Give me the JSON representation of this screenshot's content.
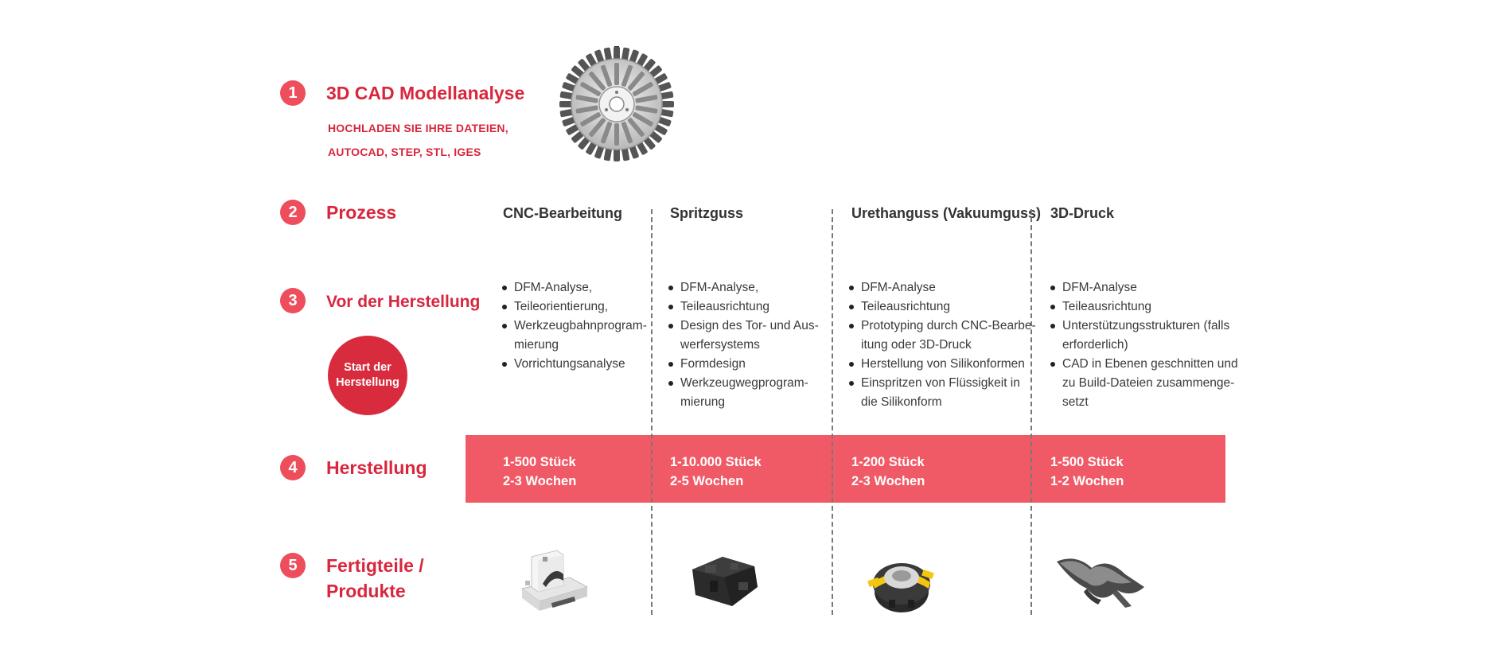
{
  "steps": [
    {
      "number": "1",
      "title": "3D CAD Modellanalyse"
    },
    {
      "number": "2",
      "title": "Prozess"
    },
    {
      "number": "3",
      "title": "Vor der Herstellung"
    },
    {
      "number": "4",
      "title": "Herstellung"
    },
    {
      "number": "5",
      "title_line1": "Fertigteile /",
      "title_line2": "Produkte"
    }
  ],
  "upload": {
    "line1": "HOCHLADEN SIE IHRE DATEIEN,",
    "line2": "AUTOCAD, STEP, STL, IGES"
  },
  "start_button": {
    "line1": "Start der",
    "line2": "Herstellung"
  },
  "processes": [
    {
      "name": "CNC-Bearbeitung",
      "bullets": [
        "DFM-Analyse,",
        "Teileorientierung,",
        "Werkzeugbahnprogram-",
        "mierung",
        "Vorrichtungsanalyse"
      ],
      "quantity": "1-500 Stück",
      "duration": "2-3 Wochen"
    },
    {
      "name": "Spritzguss",
      "bullets": [
        "DFM-Analyse,",
        "Teileausrichtung",
        "Design des Tor- und Aus-",
        "werfersystems",
        "Formdesign",
        "Werkzeugwegprogram-",
        "mierung"
      ],
      "quantity": "1-10.000 Stück",
      "duration": "2-5 Wochen"
    },
    {
      "name": "Urethanguss (Vakuumguss)",
      "bullets": [
        "DFM-Analyse",
        "Teileausrichtung",
        "Prototyping durch CNC-Bearbe-",
        "itung oder 3D-Druck",
        "Herstellung von Silikonformen",
        "Einspritzen von Flüssigkeit in",
        "die Silikonform"
      ],
      "quantity": "1-200 Stück",
      "duration": "2-3 Wochen"
    },
    {
      "name": "3D-Druck",
      "bullets": [
        "DFM-Analyse",
        "Teileausrichtung",
        "Unterstützungsstrukturen (falls",
        "erforderlich)",
        "CAD in Ebenen geschnitten und",
        "zu Build-Dateien zusammenge-",
        "setzt"
      ],
      "quantity": "1-500 Stück",
      "duration": "1-2 Wochen"
    }
  ],
  "colors": {
    "accent": "#ee4d5c",
    "title_red": "#d9263d",
    "band": "#f05a66"
  },
  "icons": [
    "cad-wheel-model-icon",
    "cnc-part-product-icon",
    "injection-mold-part-product-icon",
    "urethane-cast-part-product-icon",
    "3d-print-part-product-icon"
  ]
}
